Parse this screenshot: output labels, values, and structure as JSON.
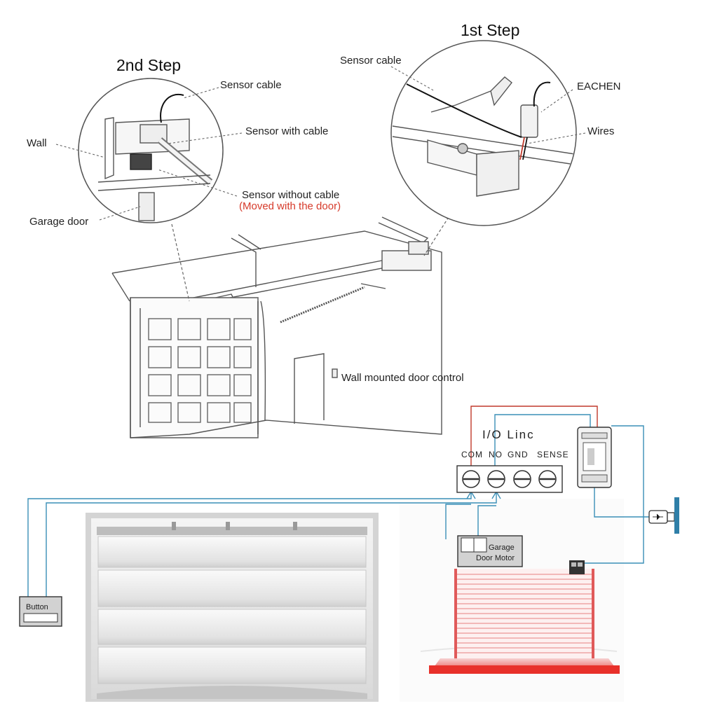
{
  "steps": {
    "first": "1st Step",
    "second": "2nd Step"
  },
  "callouts": {
    "left": {
      "sensor_cable": "Sensor cable",
      "sensor_with_cable": "Sensor with cable",
      "wall": "Wall",
      "sensor_without_cable": "Sensor without cable",
      "moved_note": "(Moved with the door)",
      "garage_door": "Garage door"
    },
    "right": {
      "sensor_cable": "Sensor cable",
      "eachen": "EACHEN",
      "wires": "Wires"
    },
    "wall_control": "Wall mounted door control"
  },
  "wiring": {
    "module_title": "I/O Linc",
    "terminals": [
      "COM",
      "NO",
      "GND",
      "SENSE"
    ],
    "button_label": "Button",
    "motor_label_line1": "Garage",
    "motor_label_line2": "Door Motor"
  },
  "colors": {
    "wire_red": "#c0392b",
    "wire_blue": "#3a8fb7",
    "note_red": "#d63a2a",
    "light_red": "#f2b8b8",
    "strong_red": "#e8302a"
  }
}
